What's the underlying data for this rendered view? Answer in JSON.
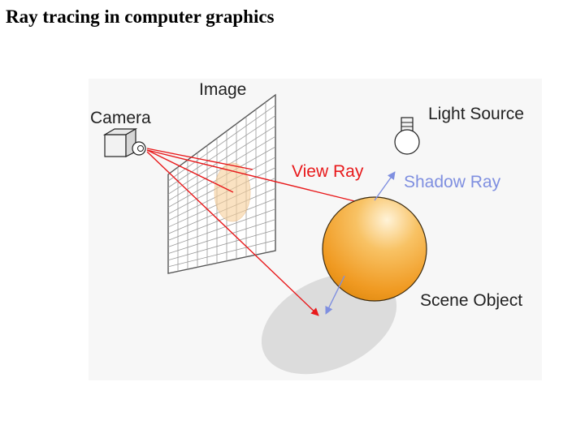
{
  "title": "Ray tracing in computer graphics",
  "diagram": {
    "labels": {
      "image": "Image",
      "camera": "Camera",
      "light_source": "Light Source",
      "view_ray": "View Ray",
      "shadow_ray": "Shadow Ray",
      "scene_object": "Scene Object"
    },
    "colors": {
      "view_ray": "#e8191b",
      "shadow_ray": "#7f8fe0",
      "sphere": "#f0a030",
      "background": "#f7f7f7",
      "shadow": "#dcdcdc",
      "text": "#222222"
    }
  }
}
